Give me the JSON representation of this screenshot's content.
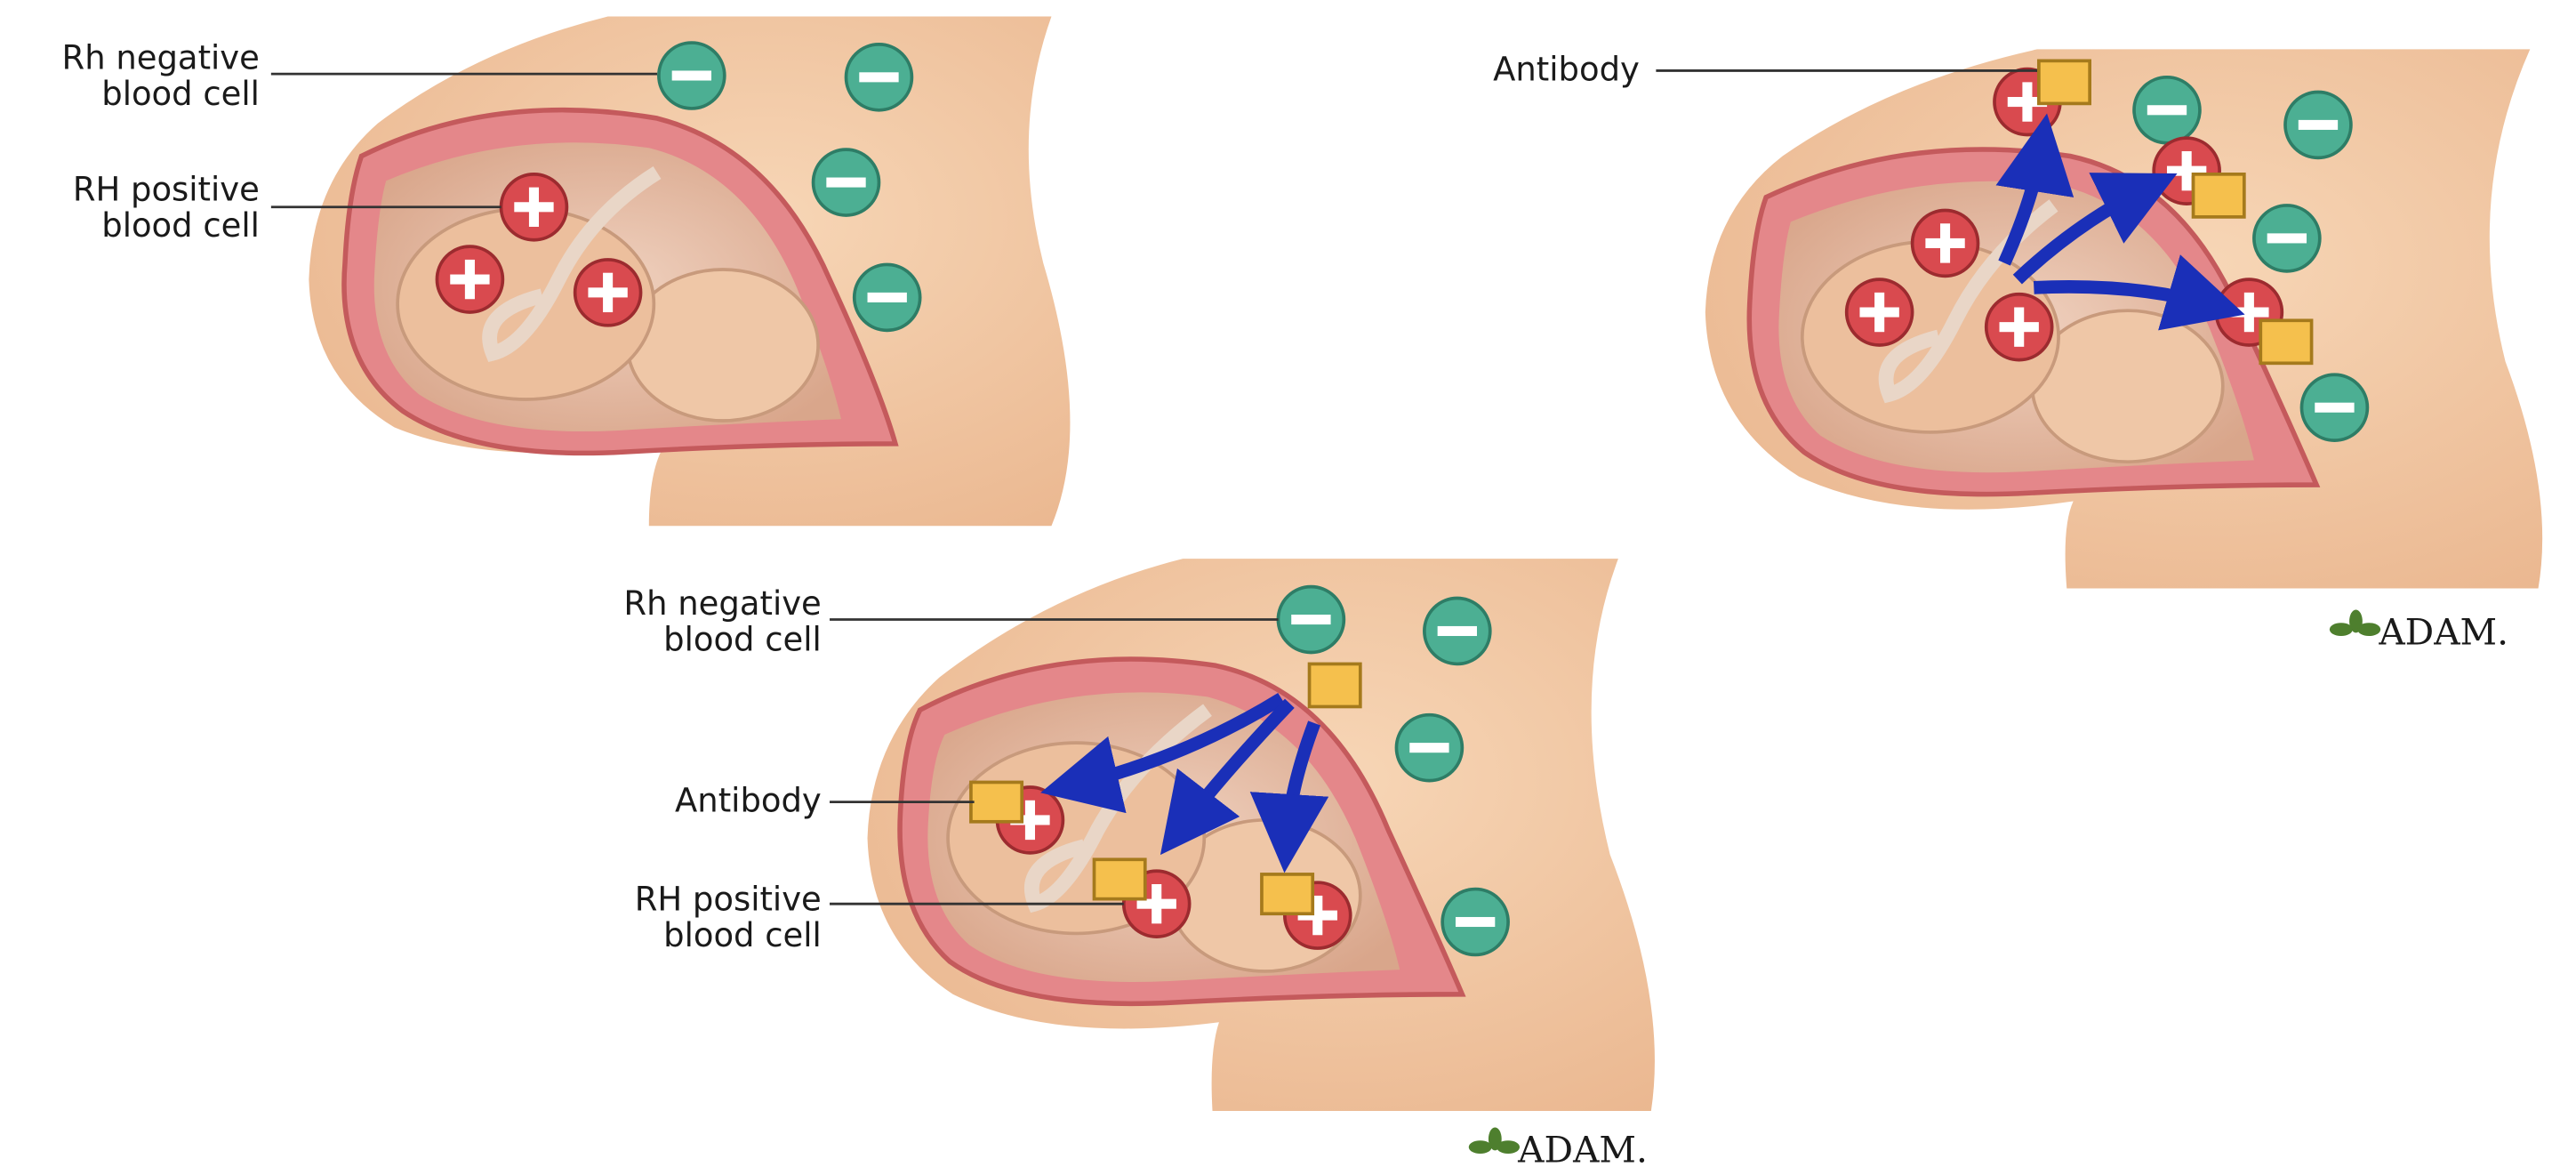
{
  "panels": [
    {
      "id": "panel-1",
      "labels": {
        "rh_negative": [
          "Rh negative",
          "blood cell"
        ],
        "rh_positive": [
          "RH positive",
          "blood cell"
        ]
      }
    },
    {
      "id": "panel-2",
      "labels": {
        "antibody": "Antibody"
      },
      "logo": "ADAM."
    },
    {
      "id": "panel-3",
      "labels": {
        "rh_negative": [
          "Rh negative",
          "blood cell"
        ],
        "antibody": "Antibody",
        "rh_positive": [
          "RH positive",
          "blood cell"
        ]
      },
      "logo": "ADAM."
    }
  ],
  "icons": {
    "negative_cell": "minus-circle",
    "positive_cell": "plus-circle",
    "antibody": "square",
    "arrow": "curved-arrow"
  },
  "colors": {
    "skin": "#f2c9a3",
    "womb_wall": "#d9696a",
    "negative_cell": "#4caf93",
    "positive_cell": "#d94a4f",
    "antibody": "#f5c04d",
    "arrow": "#1a2fb8"
  }
}
